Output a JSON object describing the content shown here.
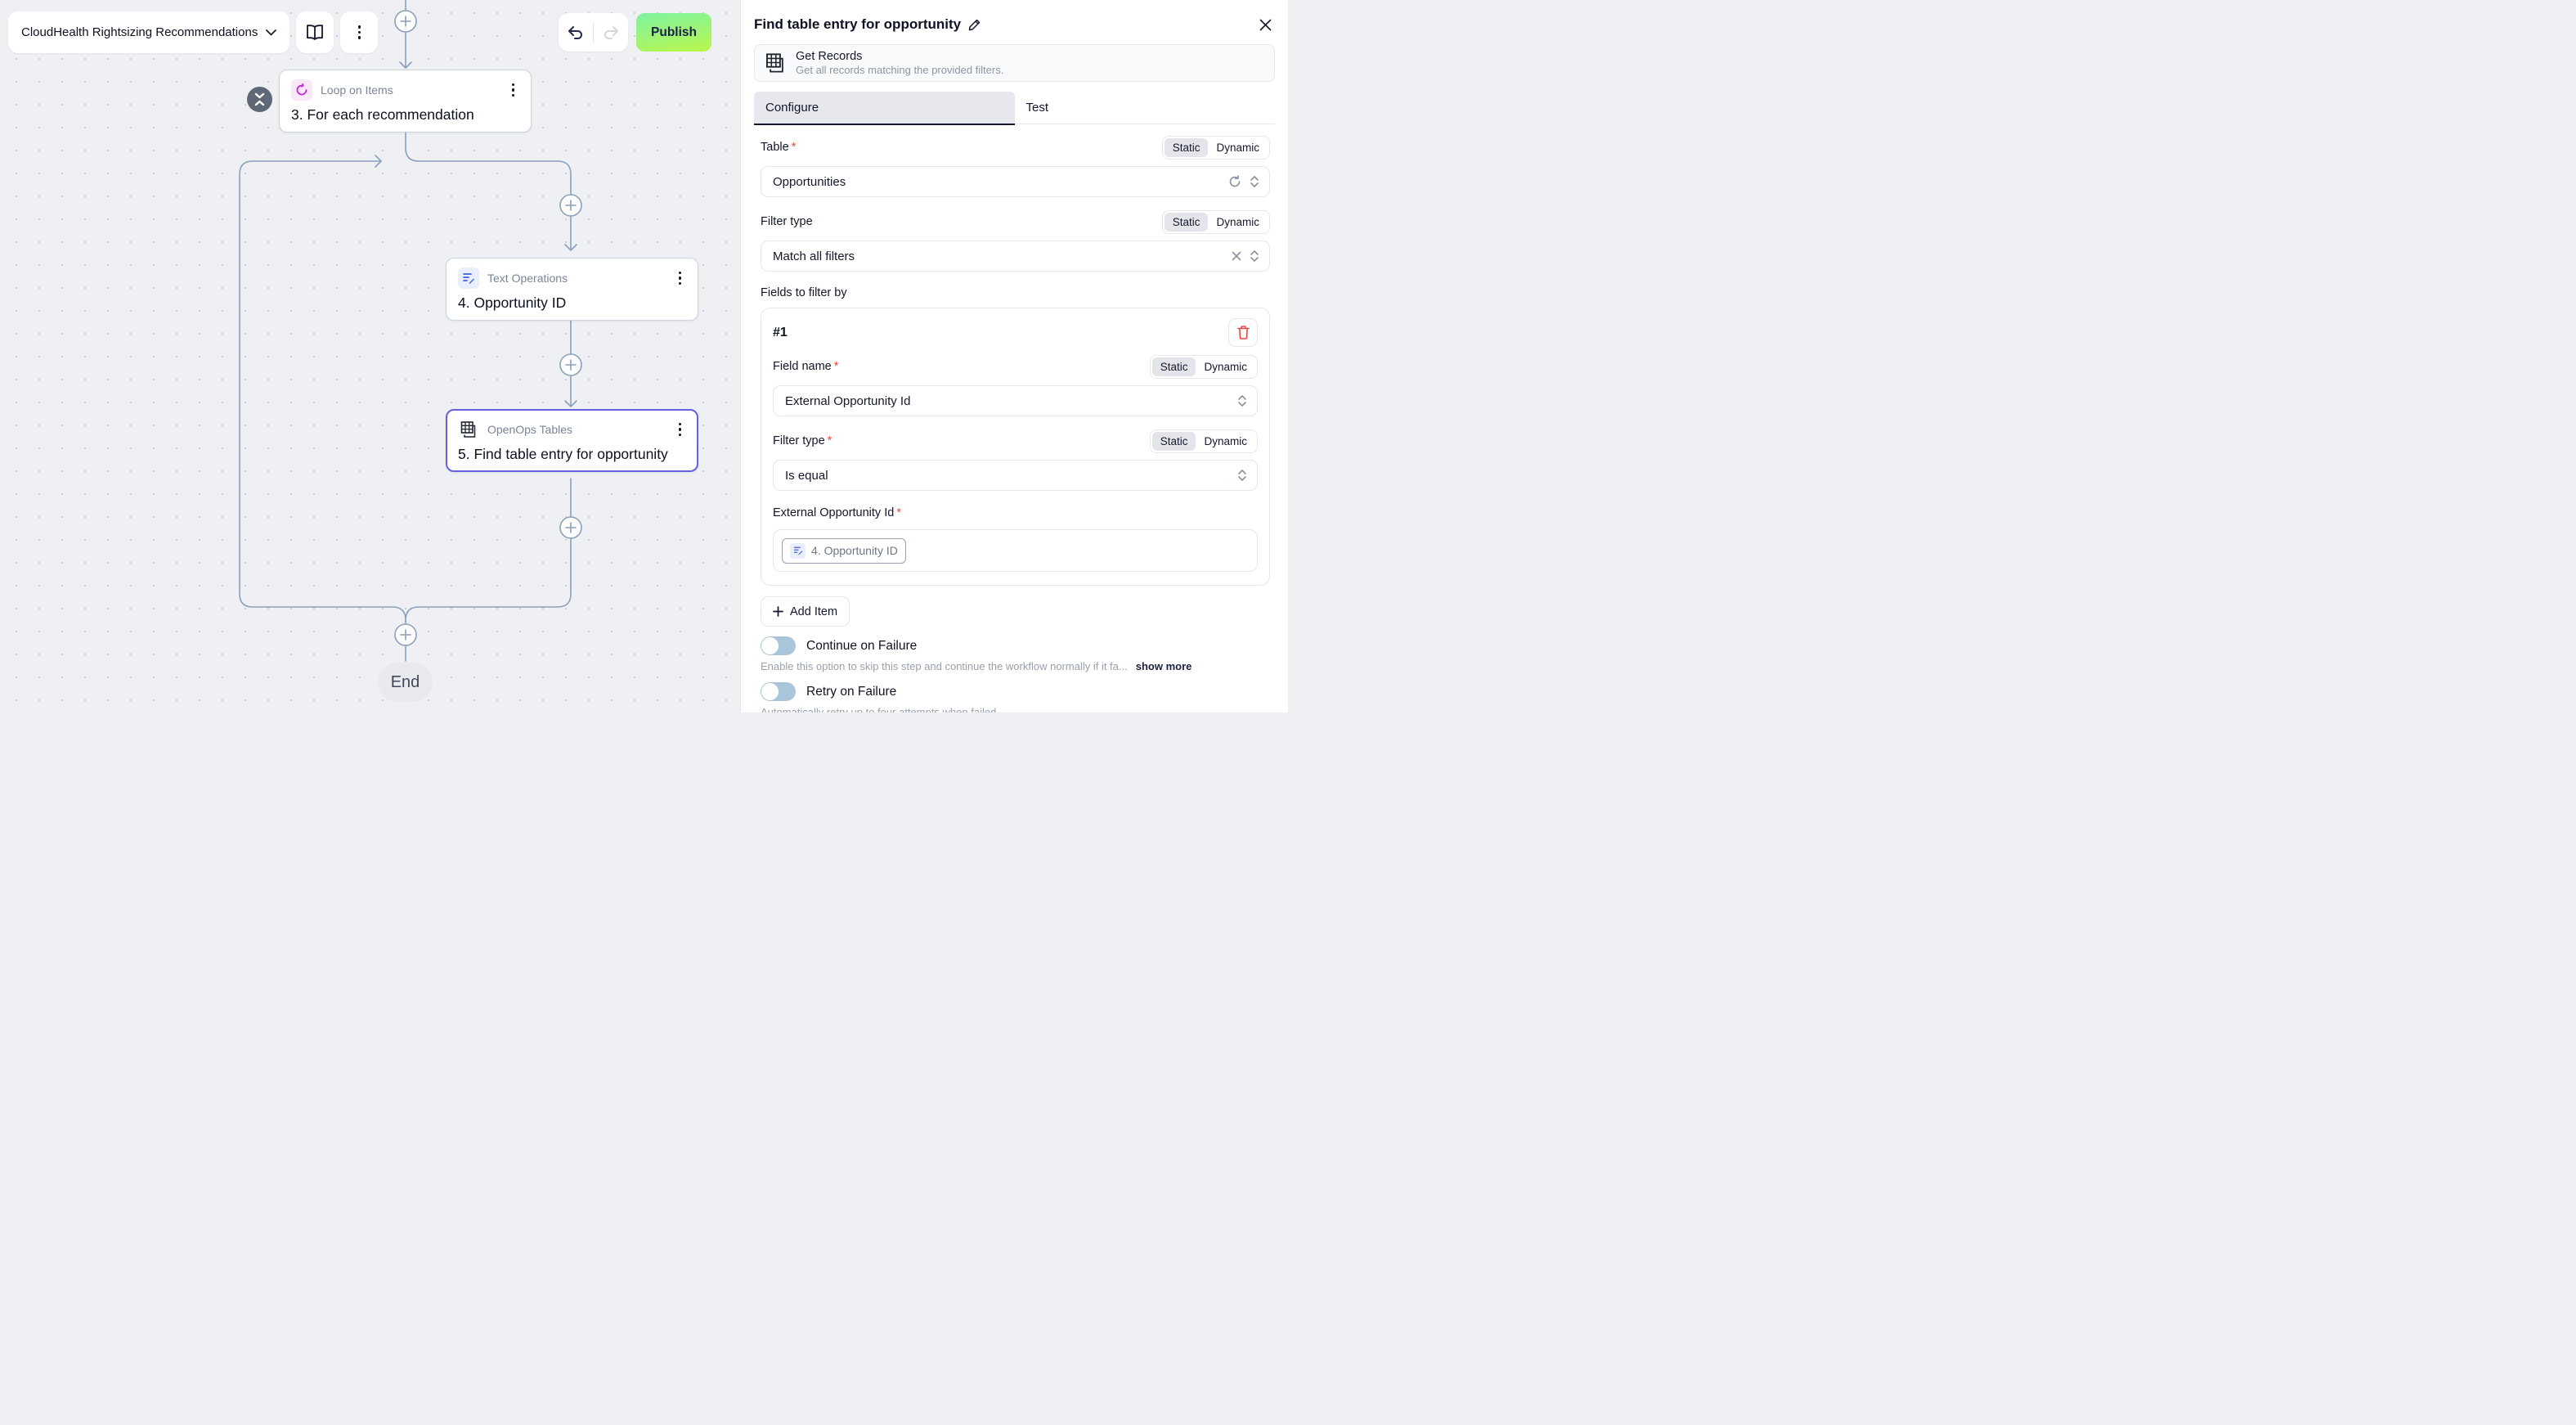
{
  "header": {
    "workflow_name": "CloudHealth Rightsizing Recommendations",
    "publish_label": "Publish"
  },
  "canvas": {
    "nodes": [
      {
        "app": "Loop on Items",
        "title": "3. For each recommendation"
      },
      {
        "app": "Text Operations",
        "title": "4. Opportunity ID"
      },
      {
        "app": "OpenOps Tables",
        "title": "5. Find table entry for opportunity"
      }
    ],
    "end_label": "End"
  },
  "panel": {
    "title": "Find table entry for opportunity",
    "action": {
      "name": "Get Records",
      "description": "Get all records matching the provided filters."
    },
    "tabs": {
      "configure": "Configure",
      "test": "Test"
    },
    "toggle": {
      "static": "Static",
      "dynamic": "Dynamic"
    },
    "table": {
      "label": "Table",
      "value": "Opportunities"
    },
    "filter_type": {
      "label": "Filter type",
      "value": "Match all filters"
    },
    "fields_group": {
      "label": "Fields to filter by",
      "item_index": "#1",
      "field_name": {
        "label": "Field name",
        "value": "External Opportunity Id"
      },
      "item_filter_type": {
        "label": "Filter type",
        "value": "Is equal"
      },
      "external_opportunity_id": {
        "label": "External Opportunity Id",
        "chip": "4. Opportunity ID"
      },
      "add_item_label": "Add Item"
    },
    "continue_on_failure": {
      "label": "Continue on Failure",
      "description": "Enable this option to skip this step and continue the workflow normally if it fa...",
      "show_more": "show more"
    },
    "retry_on_failure": {
      "label": "Retry on Failure",
      "description": "Automatically retry up to four attempts when failed."
    }
  },
  "colors": {
    "accent_indigo": "#6661e0",
    "publish_green_top": "#7ef3a2",
    "publish_green_bottom": "#baf64b",
    "edge": "#8ba1bb",
    "danger_red": "#ef4444"
  }
}
